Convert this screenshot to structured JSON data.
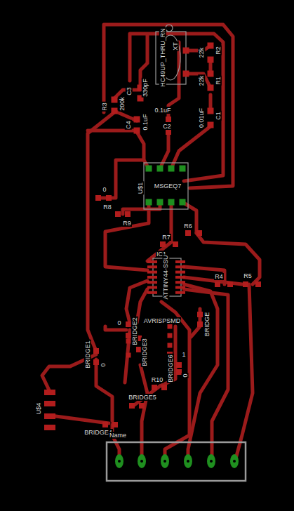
{
  "diagram": {
    "labels": [
      "R2",
      "22k",
      "R1",
      "22k",
      "C1",
      "0.01uF",
      "C2",
      "0.1uF",
      "C3",
      "330pF",
      "R3",
      "200k",
      "C4",
      "0.1uF",
      "HC49UP_THRU_RN",
      "XT",
      "U$1",
      "MSGEQ7",
      "0",
      "R8",
      "R9",
      "R7",
      "R6",
      "IC1",
      "ATTINY44-SSU",
      "R4",
      "R5",
      "AVRISPSMD",
      "BRIDGE2",
      "0",
      "BRIDGE3",
      "BRIDGE6",
      "1",
      "0",
      "BRIDGE",
      "BRIDGE1",
      "0",
      "R10",
      "BRIDGE5",
      "BRIDGE4",
      "Name",
      "U$4"
    ]
  }
}
